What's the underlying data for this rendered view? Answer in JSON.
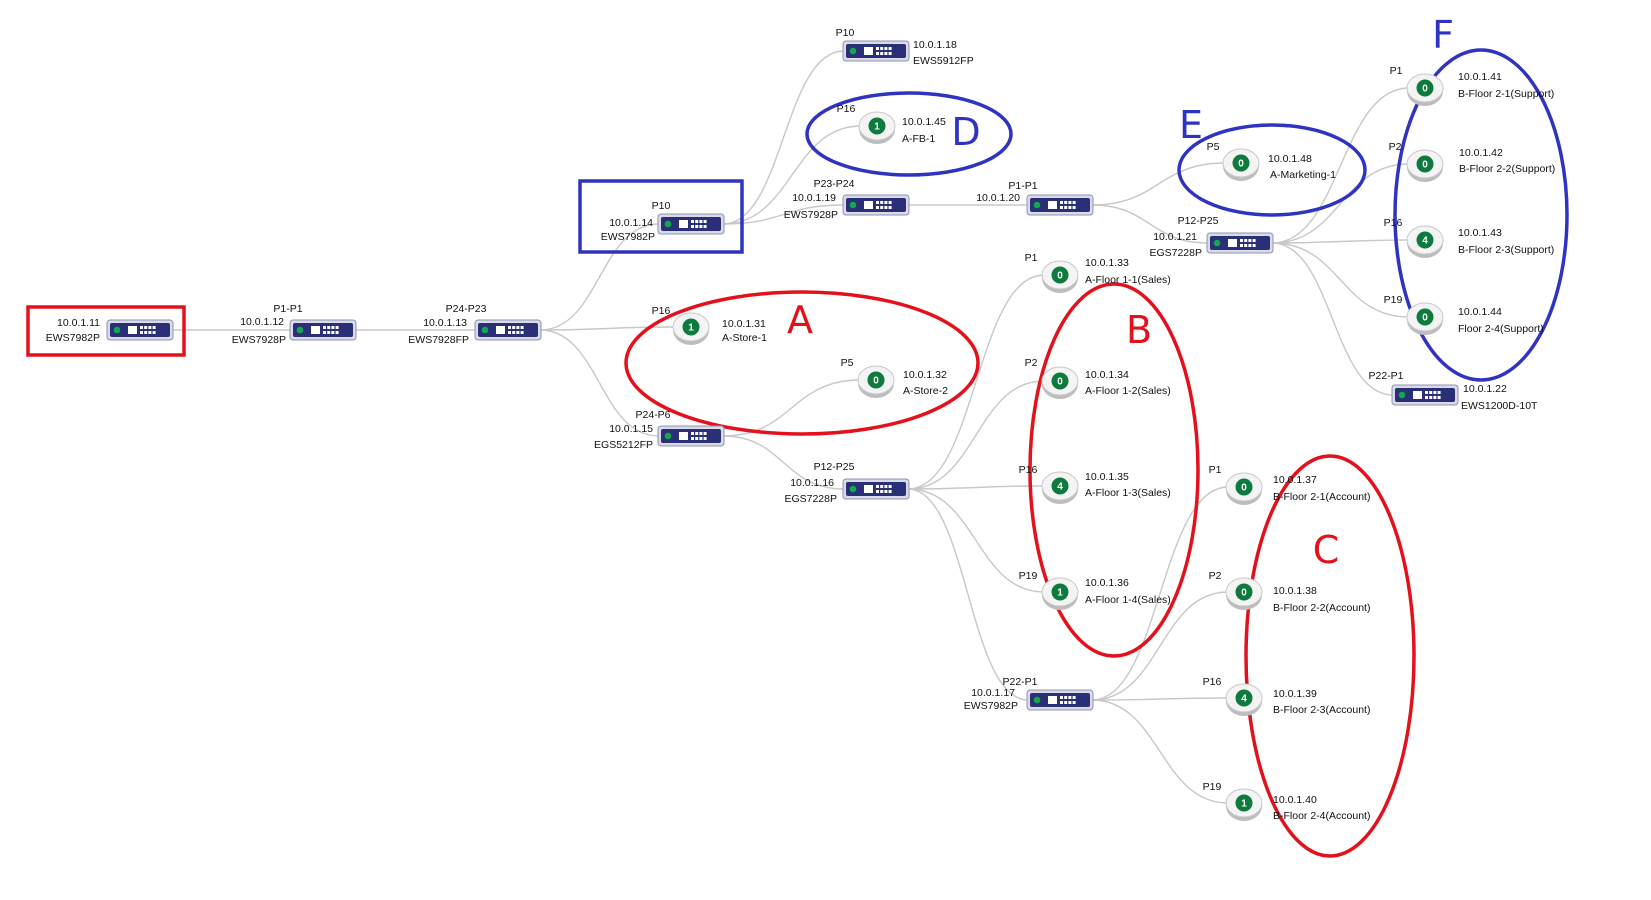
{
  "colors": {
    "link": "#c8c8c8",
    "switch_body": "#2b2f78",
    "ap_dot": "#0e7a3e",
    "red_annotation": "#e2111b",
    "blue_annotation": "#2f34c0"
  },
  "switches": [
    {
      "id": "sw11",
      "ip": "10.0.1.11",
      "model": "EWS7982P",
      "port": ""
    },
    {
      "id": "sw12",
      "ip": "10.0.1.12",
      "model": "EWS7928P",
      "port": "P1-P1"
    },
    {
      "id": "sw13",
      "ip": "10.0.1.13",
      "model": "EWS7928FP",
      "port": "P24-P23"
    },
    {
      "id": "sw14",
      "ip": "10.0.1.14",
      "model": "EWS7982P",
      "port": "P10"
    },
    {
      "id": "sw18",
      "ip": "10.0.1.18",
      "model": "EWS5912FP",
      "port": "P10"
    },
    {
      "id": "sw19",
      "ip": "10.0.1.19",
      "model": "EWS7928P",
      "port": "P23-P24"
    },
    {
      "id": "sw20",
      "ip": "10.0.1.20",
      "model": "",
      "port": "P1-P1"
    },
    {
      "id": "sw21",
      "ip": "10.0.1.21",
      "model": "EGS7228P",
      "port": "P12-P25"
    },
    {
      "id": "sw22",
      "ip": "10.0.1.22",
      "model": "EWS1200D-10T",
      "port": "P22-P1"
    },
    {
      "id": "sw15",
      "ip": "10.0.1.15",
      "model": "EGS5212FP",
      "port": "P24-P6"
    },
    {
      "id": "sw16",
      "ip": "10.0.1.16",
      "model": "EGS7228P",
      "port": "P12-P25"
    },
    {
      "id": "sw17",
      "ip": "10.0.1.17",
      "model": "EWS7982P",
      "port": "P22-P1"
    }
  ],
  "access_points": [
    {
      "id": "ap45",
      "ip": "10.0.1.45",
      "name": "A-FB-1",
      "port": "P16",
      "count": "1"
    },
    {
      "id": "ap48",
      "ip": "10.0.1.48",
      "name": "A-Marketing-1",
      "port": "P5",
      "count": "0"
    },
    {
      "id": "ap41",
      "ip": "10.0.1.41",
      "name": "B-Floor 2-1(Support)",
      "port": "P1",
      "count": "0"
    },
    {
      "id": "ap42",
      "ip": "10.0.1.42",
      "name": "B-Floor 2-2(Support)",
      "port": "P2",
      "count": "0"
    },
    {
      "id": "ap43",
      "ip": "10.0.1.43",
      "name": "B-Floor 2-3(Support)",
      "port": "P16",
      "count": "4"
    },
    {
      "id": "ap44",
      "ip": "10.0.1.44",
      "name": "Floor 2-4(Support)",
      "port": "P19",
      "count": "0"
    },
    {
      "id": "ap31",
      "ip": "10.0.1.31",
      "name": "A-Store-1",
      "port": "P16",
      "count": "1"
    },
    {
      "id": "ap32",
      "ip": "10.0.1.32",
      "name": "A-Store-2",
      "port": "P5",
      "count": "0"
    },
    {
      "id": "ap33",
      "ip": "10.0.1.33",
      "name": "A-Floor 1-1(Sales)",
      "port": "P1",
      "count": "0"
    },
    {
      "id": "ap34",
      "ip": "10.0.1.34",
      "name": "A-Floor 1-2(Sales)",
      "port": "P2",
      "count": "0"
    },
    {
      "id": "ap35",
      "ip": "10.0.1.35",
      "name": "A-Floor 1-3(Sales)",
      "port": "P16",
      "count": "4"
    },
    {
      "id": "ap36",
      "ip": "10.0.1.36",
      "name": "A-Floor 1-4(Sales)",
      "port": "P19",
      "count": "1"
    },
    {
      "id": "ap37",
      "ip": "10.0.1.37",
      "name": "B-Floor 2-1(Account)",
      "port": "P1",
      "count": "0"
    },
    {
      "id": "ap38",
      "ip": "10.0.1.38",
      "name": "B-Floor 2-2(Account)",
      "port": "P2",
      "count": "0"
    },
    {
      "id": "ap39",
      "ip": "10.0.1.39",
      "name": "B-Floor 2-3(Account)",
      "port": "P16",
      "count": "4"
    },
    {
      "id": "ap40",
      "ip": "10.0.1.40",
      "name": "B-Floor 2-4(Account)",
      "port": "P19",
      "count": "1"
    }
  ],
  "links": [
    [
      "sw11",
      "sw12"
    ],
    [
      "sw12",
      "sw13"
    ],
    [
      "sw13",
      "sw14"
    ],
    [
      "sw13",
      "ap31"
    ],
    [
      "sw13",
      "sw15"
    ],
    [
      "sw14",
      "sw18"
    ],
    [
      "sw14",
      "ap45"
    ],
    [
      "sw14",
      "sw19"
    ],
    [
      "sw19",
      "sw20"
    ],
    [
      "sw20",
      "ap48"
    ],
    [
      "sw20",
      "sw21"
    ],
    [
      "sw21",
      "ap41"
    ],
    [
      "sw21",
      "ap42"
    ],
    [
      "sw21",
      "ap43"
    ],
    [
      "sw21",
      "ap44"
    ],
    [
      "sw21",
      "sw22"
    ],
    [
      "sw15",
      "ap32"
    ],
    [
      "sw15",
      "sw16"
    ],
    [
      "sw16",
      "ap33"
    ],
    [
      "sw16",
      "ap34"
    ],
    [
      "sw16",
      "ap35"
    ],
    [
      "sw16",
      "ap36"
    ],
    [
      "sw16",
      "sw17"
    ],
    [
      "sw17",
      "ap37"
    ],
    [
      "sw17",
      "ap38"
    ],
    [
      "sw17",
      "ap39"
    ],
    [
      "sw17",
      "ap40"
    ]
  ],
  "annotations": [
    {
      "letter": "A",
      "color": "red"
    },
    {
      "letter": "B",
      "color": "red"
    },
    {
      "letter": "C",
      "color": "red"
    },
    {
      "letter": "D",
      "color": "blue"
    },
    {
      "letter": "E",
      "color": "blue"
    },
    {
      "letter": "F",
      "color": "blue"
    }
  ]
}
